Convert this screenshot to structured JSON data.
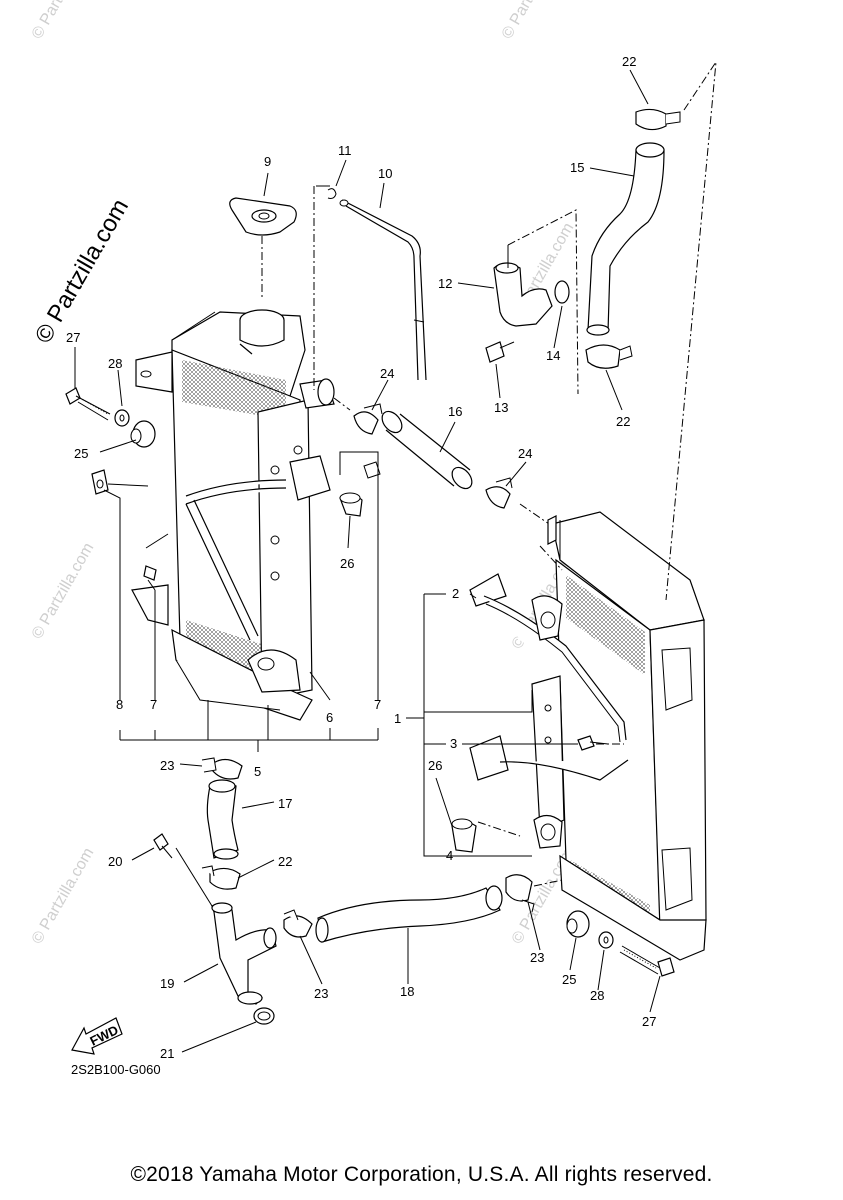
{
  "diagram": {
    "watermark": "© Partzilla.com",
    "diagram_code": "2S2B100-G060",
    "fwd_label": "FWD",
    "copyright": "©2018 Yamaha Motor Corporation, U.S.A. All rights reserved.",
    "callouts": {
      "c1": "1",
      "c2": "2",
      "c3": "3",
      "c4": "4",
      "c5": "5",
      "c6": "6",
      "c7a": "7",
      "c7b": "7",
      "c8": "8",
      "c9": "9",
      "c10": "10",
      "c11": "11",
      "c12": "12",
      "c13": "13",
      "c14": "14",
      "c15": "15",
      "c16": "16",
      "c17": "17",
      "c18": "18",
      "c19": "19",
      "c20": "20",
      "c21": "21",
      "c22a": "22",
      "c22b": "22",
      "c22c": "22",
      "c23a": "23",
      "c23b": "23",
      "c23c": "23",
      "c24a": "24",
      "c24b": "24",
      "c25a": "25",
      "c25b": "25",
      "c26a": "26",
      "c26b": "26",
      "c27a": "27",
      "c27b": "27",
      "c28a": "28",
      "c28b": "28"
    }
  }
}
